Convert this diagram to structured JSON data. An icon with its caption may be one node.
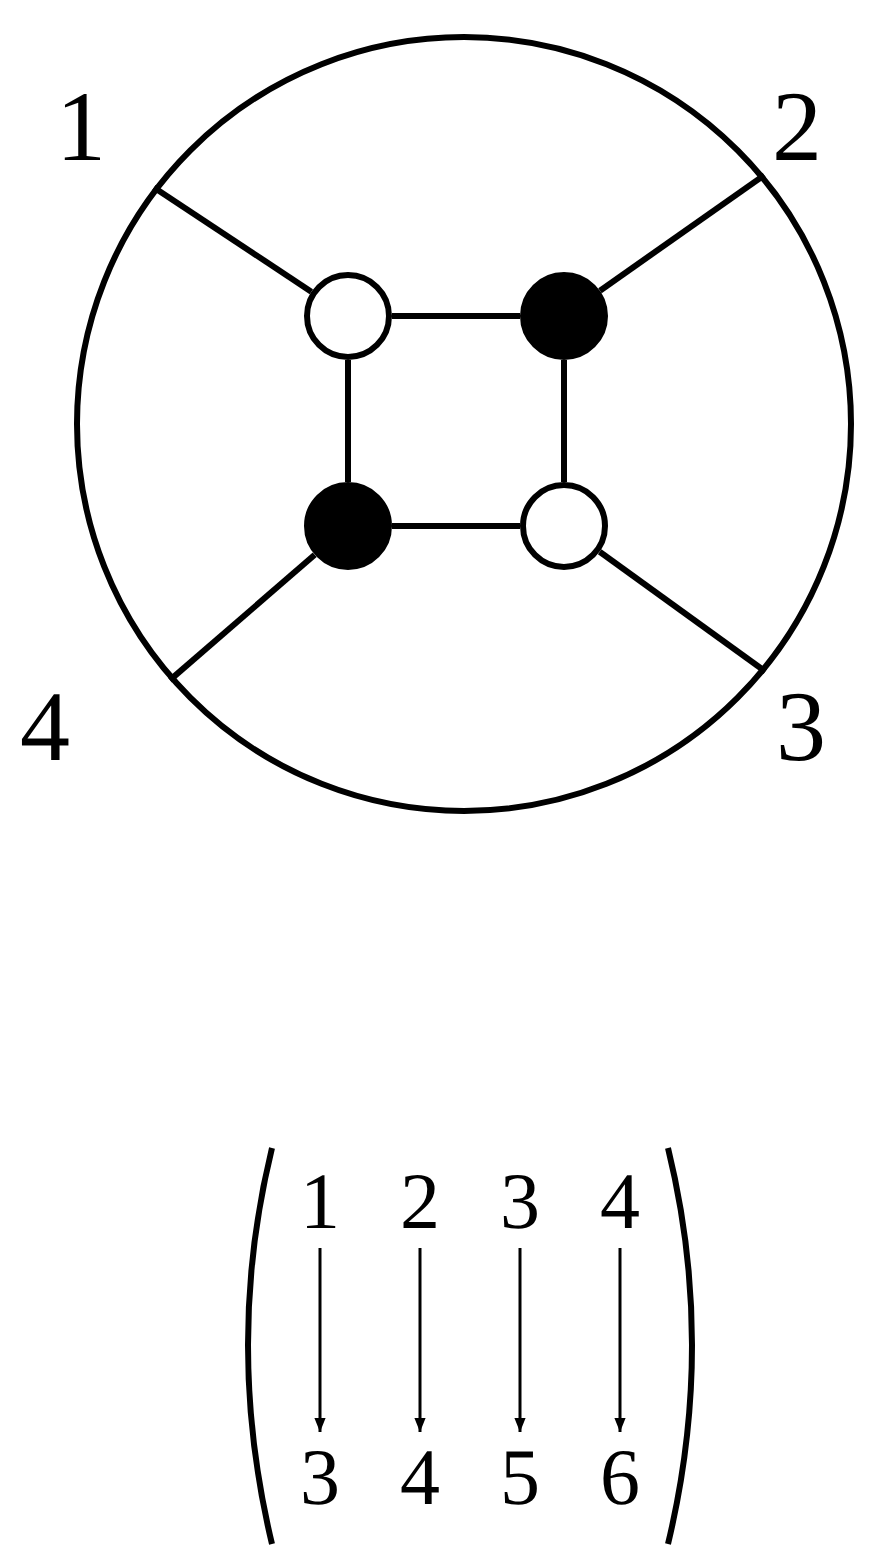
{
  "diagram": {
    "nodes": [
      {
        "text": [],
        "shape": "circle"
      },
      {
        "text": [],
        "shape": "circle",
        "in": 0
      },
      {
        "text": [],
        "shape": "dot",
        "in": 0
      },
      {
        "text": [],
        "shape": "dot",
        "in": 0
      },
      {
        "text": [],
        "shape": "circle",
        "in": 0
      },
      {
        "text": [
          "1"
        ]
      },
      {
        "text": [
          "2"
        ]
      },
      {
        "text": [
          "3"
        ]
      },
      {
        "text": [
          "4"
        ]
      },
      {
        "text": [
          "3"
        ]
      },
      {
        "text": [
          "4"
        ]
      },
      {
        "text": [
          "5"
        ]
      },
      {
        "text": [
          "6"
        ]
      }
    ],
    "edges": [
      {
        "from": 1,
        "to": 0,
        "arrow": "none"
      },
      {
        "from": 2,
        "to": 0,
        "arrow": "none"
      },
      {
        "from": 1,
        "to": 2,
        "arrow": "none"
      },
      {
        "from": 1,
        "to": 3,
        "arrow": "none"
      },
      {
        "from": 2,
        "to": 4,
        "arrow": "none"
      },
      {
        "from": 3,
        "to": 4,
        "arrow": "none"
      },
      {
        "from": 3,
        "to": 0,
        "arrow": "none"
      },
      {
        "from": 4,
        "to": 0,
        "arrow": "none"
      },
      {
        "from": 5,
        "to": 9,
        "arrow": "to"
      },
      {
        "from": 6,
        "to": 10,
        "arrow": "to"
      },
      {
        "from": 7,
        "to": 11,
        "arrow": "to"
      },
      {
        "from": 8,
        "to": 12,
        "arrow": "to"
      }
    ],
    "labels": [
      "1",
      "2",
      "4",
      "3"
    ]
  }
}
